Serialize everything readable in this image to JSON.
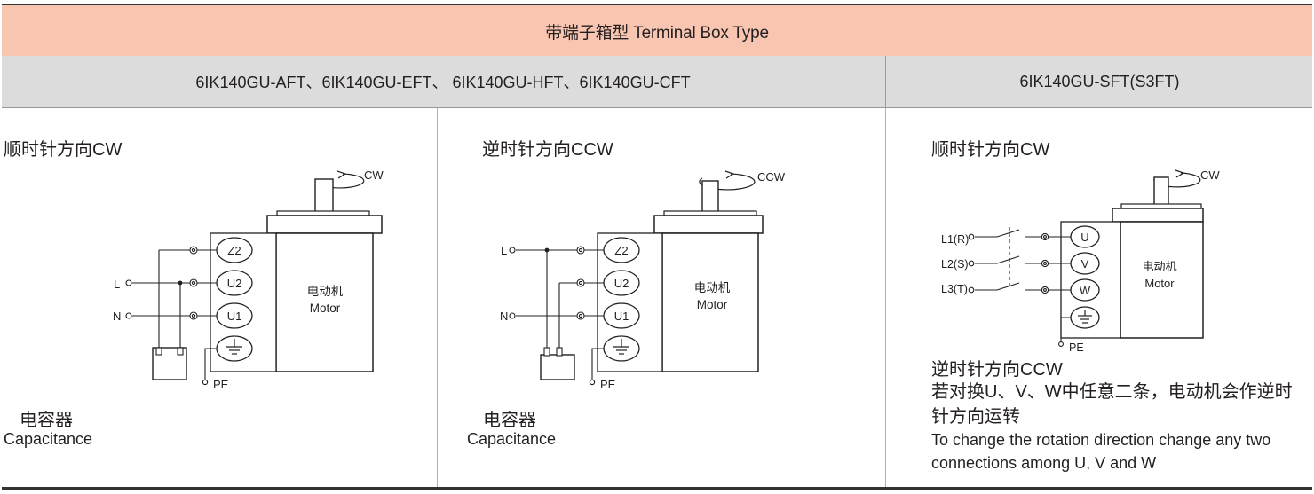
{
  "header": {
    "title": "带端子箱型 Terminal Box Type",
    "model_left": "6IK140GU-AFT、6IK140GU-EFT、 6IK140GU-HFT、6IK140GU-CFT",
    "model_right": "6IK140GU-SFT(S3FT)"
  },
  "panel1": {
    "direction": "顺时针方向CW",
    "rotation": "CW",
    "terminals": [
      "Z2",
      "U2",
      "U1"
    ],
    "lines": [
      "L",
      "N"
    ],
    "pe": "PE",
    "motor_cn": "电动机",
    "motor_en": "Motor",
    "cap_cn": "电容器",
    "cap_en": "Capacitance"
  },
  "panel2": {
    "direction": "逆时针方向CCW",
    "rotation": "CCW",
    "terminals": [
      "Z2",
      "U2",
      "U1"
    ],
    "lines": [
      "L",
      "N"
    ],
    "pe": "PE",
    "motor_cn": "电动机",
    "motor_en": "Motor",
    "cap_cn": "电容器",
    "cap_en": "Capacitance"
  },
  "panel3": {
    "direction": "顺时针方向CW",
    "rotation": "CW",
    "terminals": [
      "U",
      "V",
      "W"
    ],
    "lines": [
      "L1(R)",
      "L2(S)",
      "L3(T)"
    ],
    "pe": "PE",
    "motor_cn": "电动机",
    "motor_en": "Motor",
    "ccw_title": "逆时针方向CCW",
    "ccw_note_cn": "若对换U、V、W中任意二条，电动机会作逆时针方向运转",
    "ccw_note_en": "To change the rotation direction change any two connections among U, V and W"
  }
}
